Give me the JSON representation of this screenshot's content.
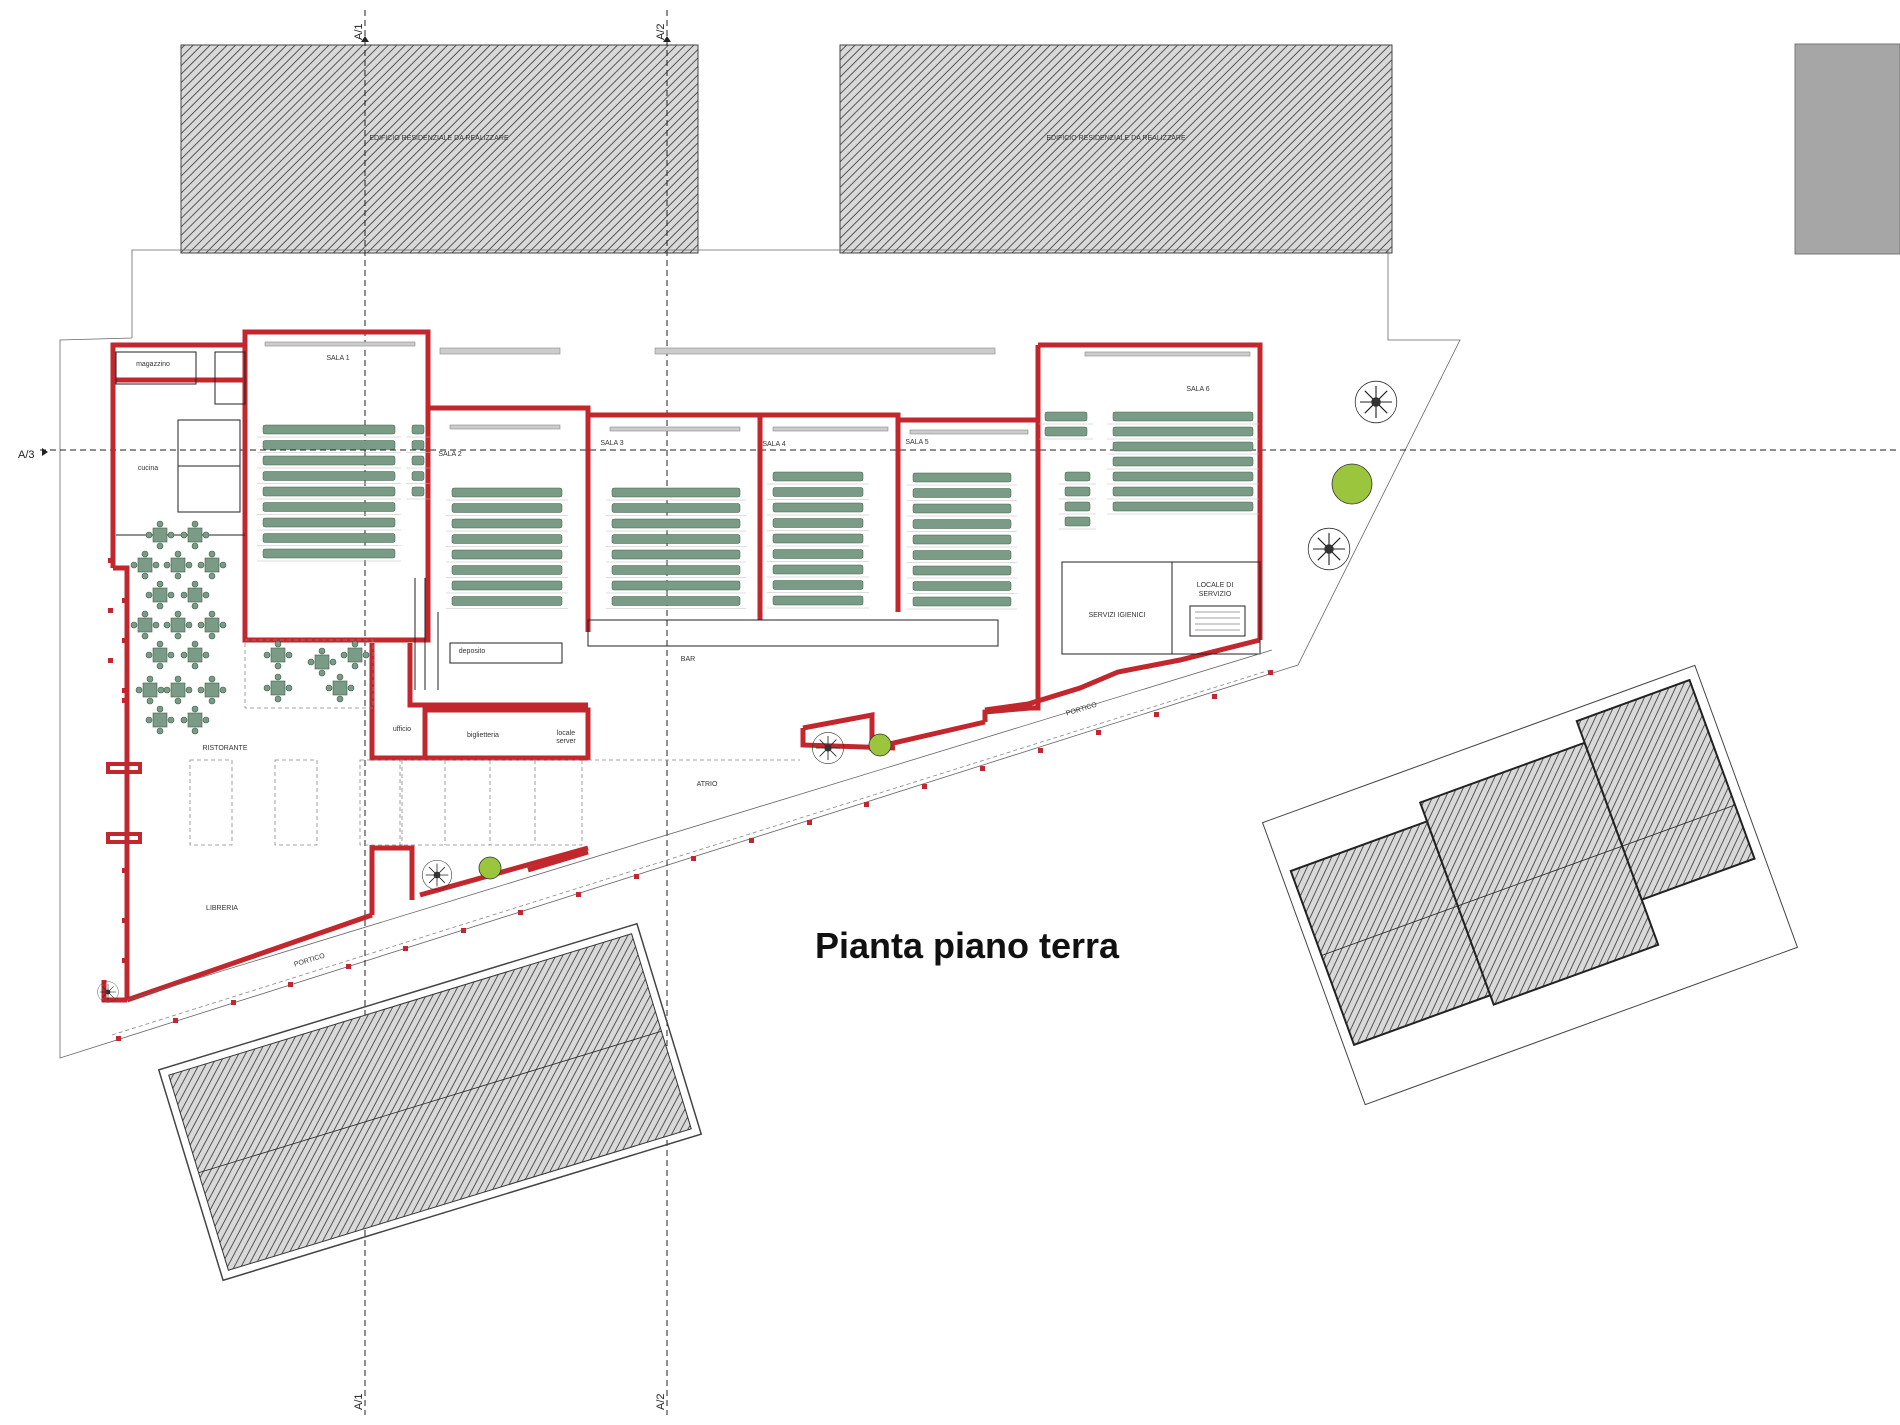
{
  "title": "Pianta piano terra",
  "axes": {
    "a1_top": "A/1",
    "a2_top": "A/2",
    "a1_bottom": "A/1",
    "a2_bottom": "A/2",
    "a3": "A/3"
  },
  "buildings": {
    "residential_left": "EDIFICIO RESIDENZIALE DA REALIZZARE",
    "residential_right": "EDIFICIO RESIDENZIALE DA REALIZZARE"
  },
  "rooms": {
    "magazzino": "magazzino",
    "cucina": "cucina",
    "sala1": "SALA 1",
    "sala2": "SALA 2",
    "sala3": "SALA 3",
    "sala4": "SALA 4",
    "sala5": "SALA 5",
    "sala6": "SALA 6",
    "servizi_igienici": "SERVIZI IGIENICI",
    "locale_servizio_1": "LOCALE DI",
    "locale_servizio_2": "SERVIZIO",
    "deposito": "deposito",
    "bar": "BAR",
    "ufficio": "ufficio",
    "biglietteria": "biglietteria",
    "locale_server_1": "locale",
    "locale_server_2": "server",
    "ristorante": "RISTORANTE",
    "atrio": "ATRIO",
    "libreria": "LIBRERIA",
    "portico_left": "PORTICO",
    "portico_right": "PORTICO"
  },
  "colors": {
    "wall": "#c1272d",
    "seat": "#7a9b86",
    "hatch": "#555555",
    "tree_highlight": "#9bc53d"
  }
}
